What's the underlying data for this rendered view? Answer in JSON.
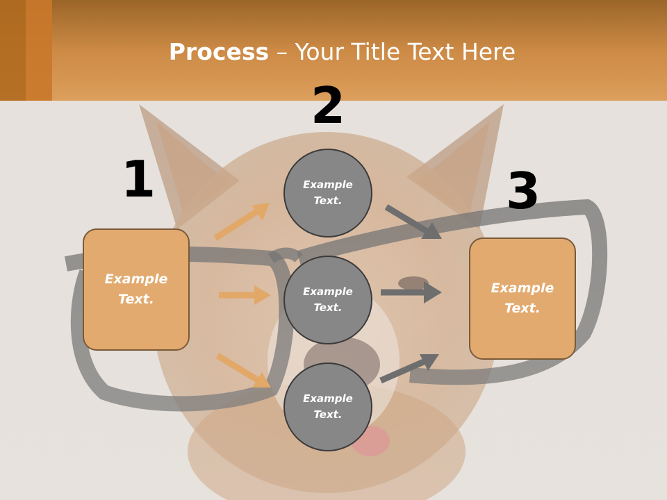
{
  "title": {
    "bold": "Process",
    "rest": " – Your Title Text Here"
  },
  "colors": {
    "header_orange": "#d99a55",
    "header_dark": "#8a5a2a",
    "box_fill": "#e2aa6e",
    "circle_fill": "#878787",
    "orange_arrow": "#e2a868",
    "gray_arrow": "#6e6e6e"
  },
  "steps": [
    {
      "number": "1",
      "text": "Example\nText."
    },
    {
      "number": "2",
      "nodes": [
        "Example\nText.",
        "Example\nText.",
        "Example\nText."
      ]
    },
    {
      "number": "3",
      "text": "Example\nText."
    }
  ]
}
